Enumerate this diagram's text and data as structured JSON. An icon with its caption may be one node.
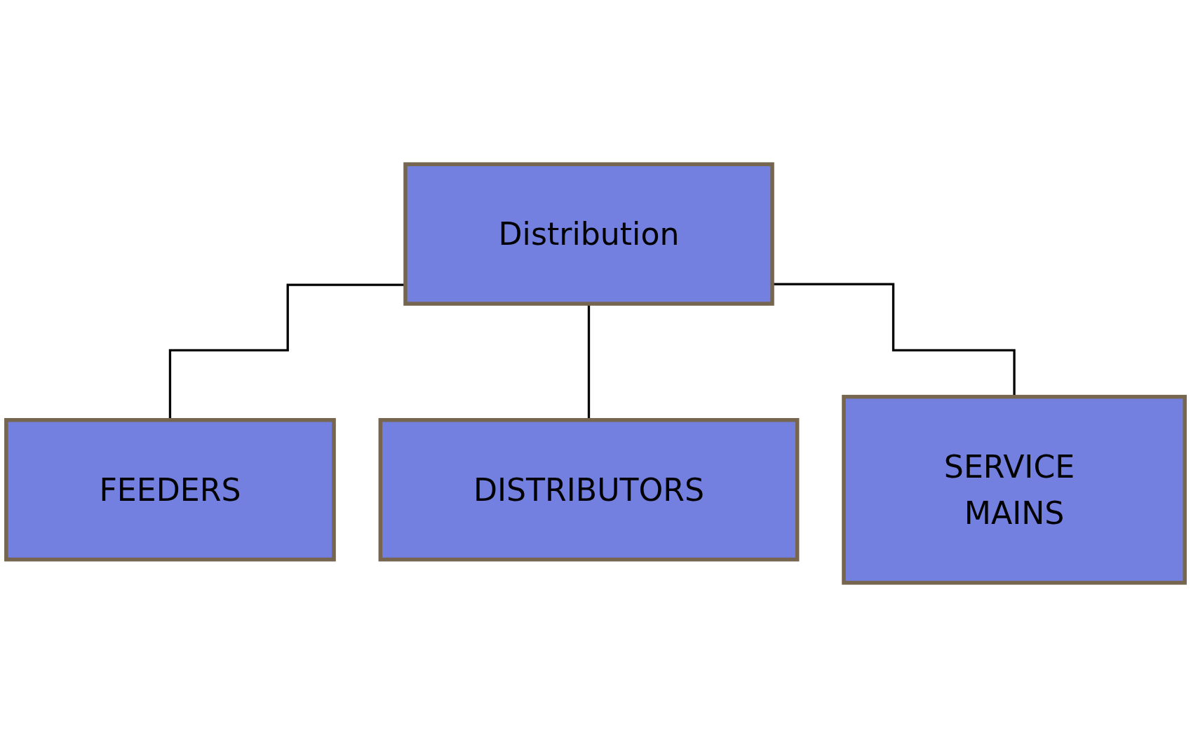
{
  "diagram": {
    "nodes": [
      {
        "text": [
          "Distribution"
        ]
      },
      {
        "text": [
          "FEEDERS"
        ]
      },
      {
        "text": [
          "DISTRIBUTORS"
        ]
      },
      {
        "text": [
          "SERVICE MAINS"
        ]
      }
    ],
    "edges": [
      {
        "from": 0,
        "to": 1,
        "arrow": "none"
      },
      {
        "from": 0,
        "to": 2,
        "arrow": "none"
      },
      {
        "from": 0,
        "to": 3,
        "arrow": "none"
      }
    ]
  }
}
